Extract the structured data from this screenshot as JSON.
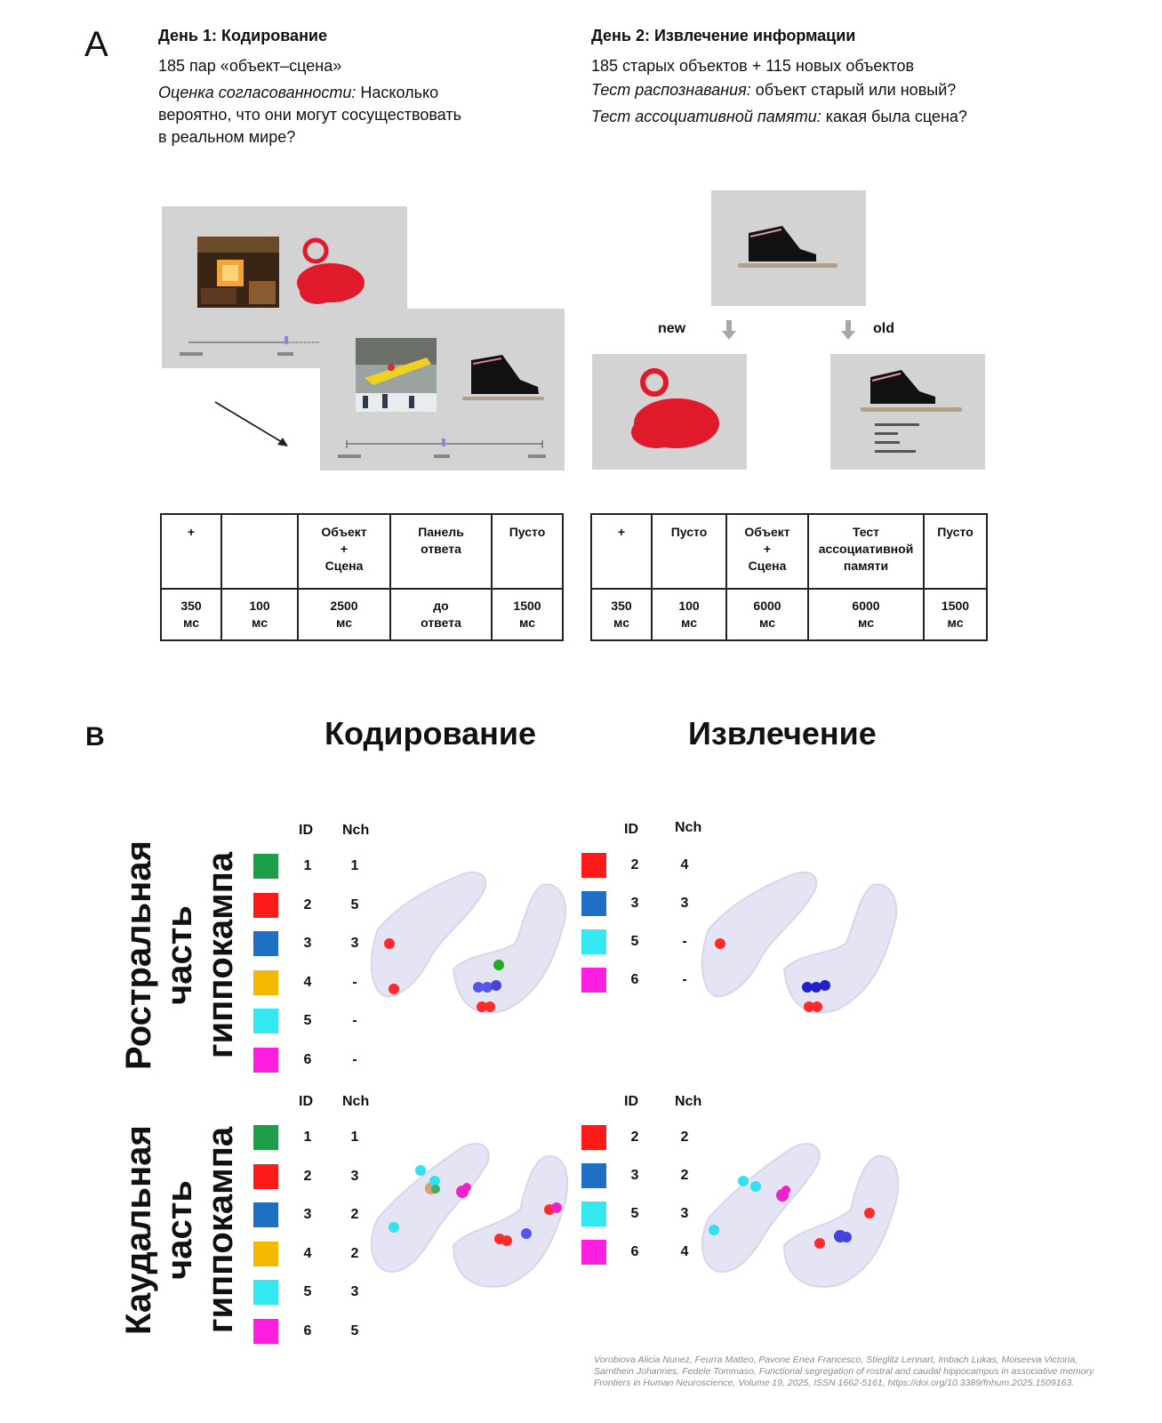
{
  "panel_a": {
    "letter": "A",
    "day1": {
      "title": "День 1: Кодирование",
      "line1": "185 пар «объект–сцена»",
      "line2_italic": "Оценка согласованности:",
      "line2_rest": " Насколько",
      "line3": "вероятно, что они могут сосуществовать",
      "line4": "в реальном мире?"
    },
    "day2": {
      "title": "День 2: Извлечение информации",
      "line1": "185 старых объектов + 115 новых объектов",
      "line2_italic": "Тест распознавания:",
      "line2_rest": " объект старый или новый?",
      "line3_italic": "Тест ассоциативной памяти:",
      "line3_rest": " какая была сцена?"
    },
    "arrow_new": "new",
    "arrow_old": "old",
    "table1": {
      "top": [
        "+",
        "",
        "Объект\n+\nСцена",
        "Панель\nответа",
        "Пусто"
      ],
      "bottom": [
        "350\nмс",
        "100\nмс",
        "2500\nмс",
        "до\nответа",
        "1500\nмс"
      ]
    },
    "table2": {
      "top": [
        "+",
        "Пусто",
        "Объект\n+\nСцена",
        "Тест\nассоциативной\nпамяти",
        "Пусто"
      ],
      "bottom": [
        "350\nмс",
        "100\nмс",
        "6000\nмс",
        "6000\nмс",
        "1500\nмс"
      ]
    }
  },
  "panel_b": {
    "letter": "B",
    "title_encoding": "Кодирование",
    "title_retrieval": "Извлечение",
    "row_rostral": "Ростральная часть гиппокампа",
    "row_rostral_lines": [
      "Ростральная",
      "часть",
      "гиппокампа"
    ],
    "row_caudal_lines": [
      "Каудальная",
      "часть",
      "гиппокампа"
    ],
    "col_id": "ID",
    "col_nch": "Nch",
    "colors": {
      "1": "#1f9e4a",
      "2": "#ff1a1a",
      "3": "#1f6fc4",
      "4": "#f5b800",
      "5": "#33e8f0",
      "6": "#ff1ee0"
    },
    "legends": {
      "rostral_encoding": [
        {
          "id": "1",
          "nch": "1"
        },
        {
          "id": "2",
          "nch": "5"
        },
        {
          "id": "3",
          "nch": "3"
        },
        {
          "id": "4",
          "nch": "-"
        },
        {
          "id": "5",
          "nch": "-"
        },
        {
          "id": "6",
          "nch": "-"
        }
      ],
      "rostral_retrieval": [
        {
          "id": "2",
          "nch": "4"
        },
        {
          "id": "3",
          "nch": "3"
        },
        {
          "id": "5",
          "nch": "-"
        },
        {
          "id": "6",
          "nch": "-"
        }
      ],
      "caudal_encoding": [
        {
          "id": "1",
          "nch": "1"
        },
        {
          "id": "2",
          "nch": "3"
        },
        {
          "id": "3",
          "nch": "2"
        },
        {
          "id": "4",
          "nch": "2"
        },
        {
          "id": "5",
          "nch": "3"
        },
        {
          "id": "6",
          "nch": "5"
        }
      ],
      "caudal_retrieval": [
        {
          "id": "2",
          "nch": "2"
        },
        {
          "id": "3",
          "nch": "2"
        },
        {
          "id": "5",
          "nch": "3"
        },
        {
          "id": "6",
          "nch": "4"
        }
      ]
    }
  },
  "citation": {
    "line1": "Vorobiova Alicia Nunez, Feurra Matteo, Pavone Enea Francesco, Stieglitz Lennart, Imbach Lukas, Moiseeva Victoria,",
    "line2": "Sarnthein Johannes, Fedele Tommaso, Functional segregation of rostral and caudal hippocampus in associative memory",
    "line3": "Frontiers in Human Neuroscience, Volume 19, 2025, ISSN 1662-5161, https://doi.org/10.3389/fnhum.2025.1509163."
  }
}
